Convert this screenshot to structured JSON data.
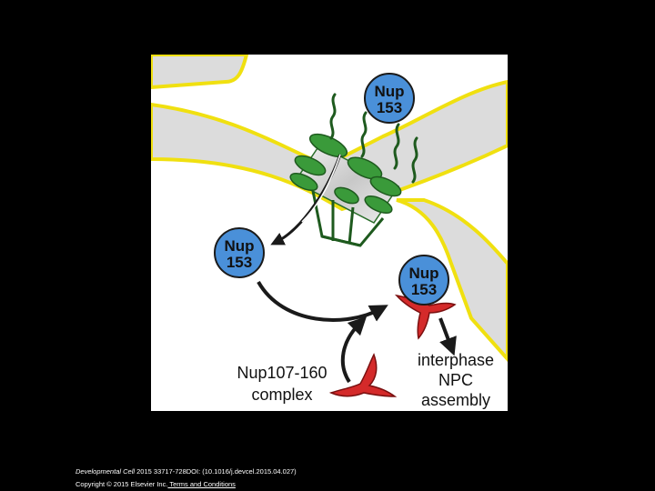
{
  "diagram": {
    "badges": [
      {
        "line1": "Nup",
        "line2": "153"
      },
      {
        "line1": "Nup",
        "line2": "153"
      },
      {
        "line1": "Nup",
        "line2": "153"
      }
    ],
    "labels": {
      "complex_line1": "Nup107-160",
      "complex_line2": "complex",
      "outcome_line1": "interphase",
      "outcome_line2": "NPC",
      "outcome_line3": "assembly"
    },
    "colors": {
      "badge_fill": "#4a90d9",
      "membrane_fill": "#dcdcdc",
      "membrane_outline": "#f0e010",
      "pore_green": "#2e8b2e",
      "complex_red": "#d42a2a"
    }
  },
  "citation": {
    "journal": "Developmental Cell",
    "details": " 2015 33717-728DOI: (10.1016/j.devcel.2015.04.027)",
    "copyright": "Copyright © 2015 Elsevier Inc.",
    "terms": " Terms and Conditions"
  }
}
